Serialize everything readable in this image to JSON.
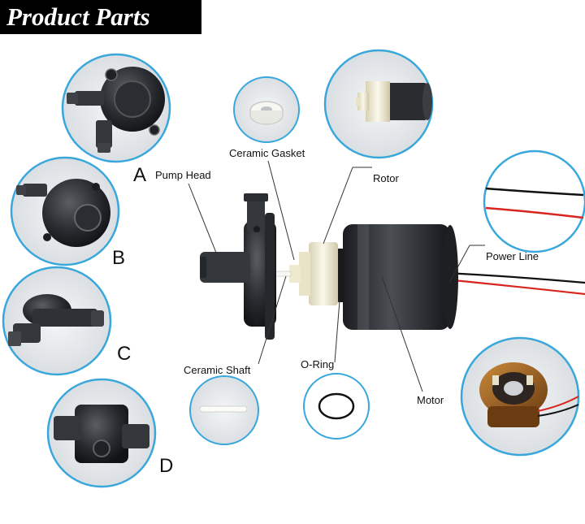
{
  "header": {
    "title": "Product Parts"
  },
  "variants": [
    {
      "letter": "A",
      "icon": "pump-variant-a"
    },
    {
      "letter": "B",
      "icon": "pump-variant-b"
    },
    {
      "letter": "C",
      "icon": "pump-variant-c"
    },
    {
      "letter": "D",
      "icon": "pump-variant-d"
    }
  ],
  "parts": {
    "pump_head": "Pump Head",
    "ceramic_gasket": "Ceramic Gasket",
    "rotor": "Rotor",
    "power_line": "Power Line",
    "ceramic_shaft": "Ceramic Shaft",
    "o_ring": "O-Ring",
    "motor": "Motor"
  },
  "colors": {
    "circle_border": "#3aa7dc",
    "pump_body": "#2a2d31",
    "rotor": "#f1ecd6",
    "wire_red": "#d8261f",
    "wire_black": "#111111"
  }
}
